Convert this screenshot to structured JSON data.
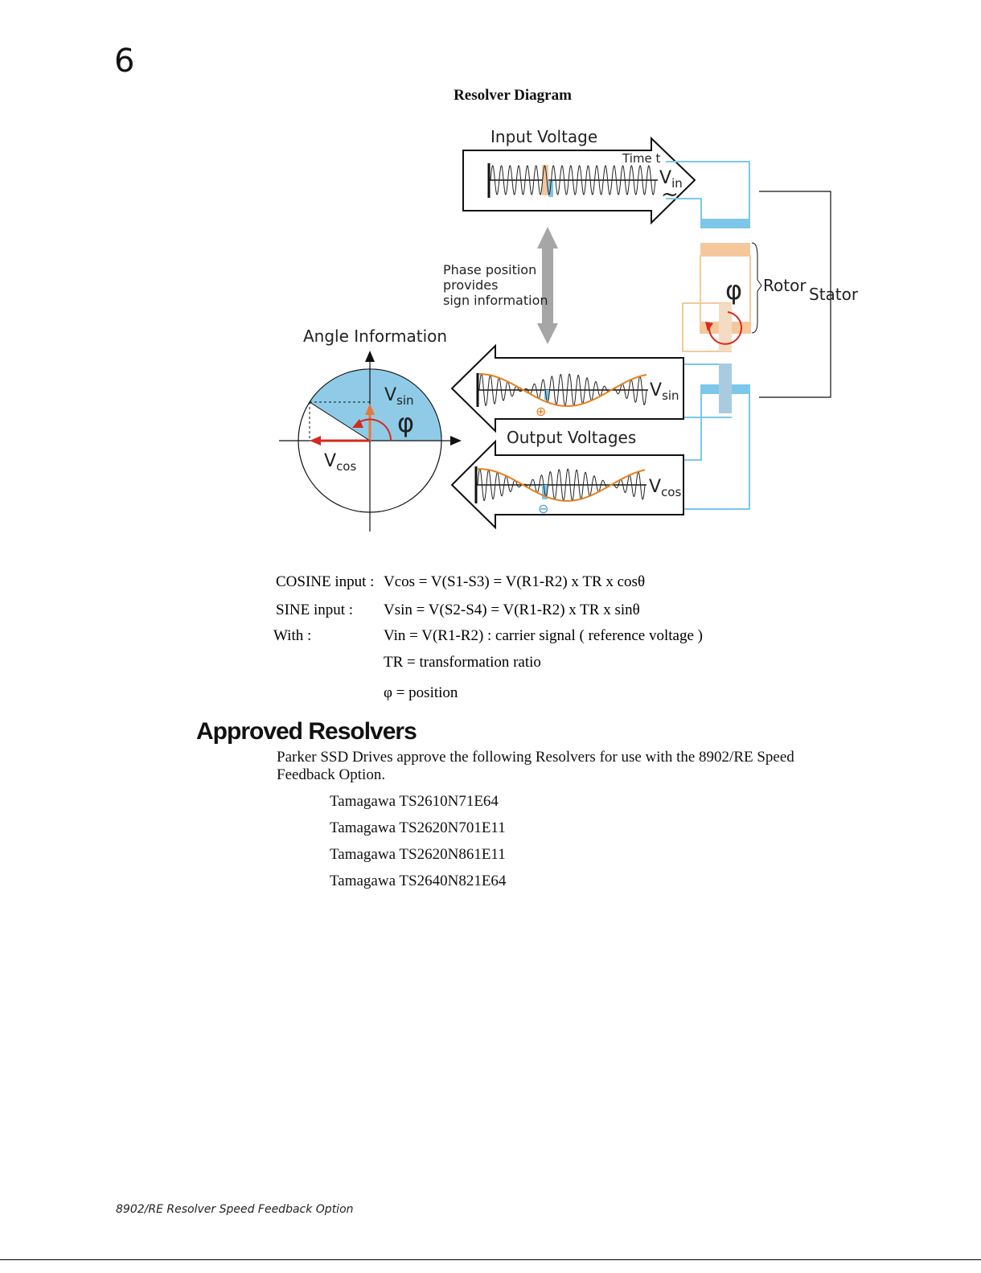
{
  "page_number": "6",
  "diagram": {
    "title": "Resolver Diagram",
    "input_voltage_label": "Input Voltage",
    "time_label": "Time t",
    "vin_label": "V",
    "vin_sub": "in",
    "tilde": "~",
    "phase_note": [
      "Phase position",
      "provides",
      "sign information"
    ],
    "angle_info_label": "Angle Information",
    "vsin_label": "V",
    "vsin_sub": "sin",
    "vcos_label": "V",
    "vcos_sub": "cos",
    "phi": "φ",
    "rotor_label": "Rotor",
    "stator_label": "Stator",
    "output_voltages_label": "Output Voltages",
    "plus_sign": "⊕",
    "minus_sign": "⊖",
    "colors": {
      "blue": "#7cc7ea",
      "sector_blue": "#8fcbe6",
      "orange": "#f0c9a0",
      "red": "#d42a1e",
      "grey_arrow": "#a6a6a6",
      "wave_orange": "#e87f1c"
    }
  },
  "equations": [
    {
      "label": "COSINE input :",
      "formula": "Vcos = V(S1-S3) = V(R1-R2) x TR x cosθ"
    },
    {
      "label": "SINE input :",
      "formula": "Vsin = V(S2-S4) = V(R1-R2) x TR x sinθ"
    },
    {
      "label": "With :",
      "formula": "Vin = V(R1-R2) : carrier signal ( reference voltage )"
    },
    {
      "label": "",
      "formula": "TR = transformation ratio"
    },
    {
      "label": "",
      "formula": "φ = position"
    }
  ],
  "section": {
    "heading": "Approved Resolvers",
    "intro": "Parker SSD Drives approve the following Resolvers for use with the 8902/RE Speed Feedback Option.",
    "resolvers": [
      "Tamagawa TS2610N71E64",
      "Tamagawa TS2620N701E11",
      "Tamagawa TS2620N861E11",
      "Tamagawa TS2640N821E64"
    ]
  },
  "footer": "8902/RE Resolver Speed Feedback Option"
}
